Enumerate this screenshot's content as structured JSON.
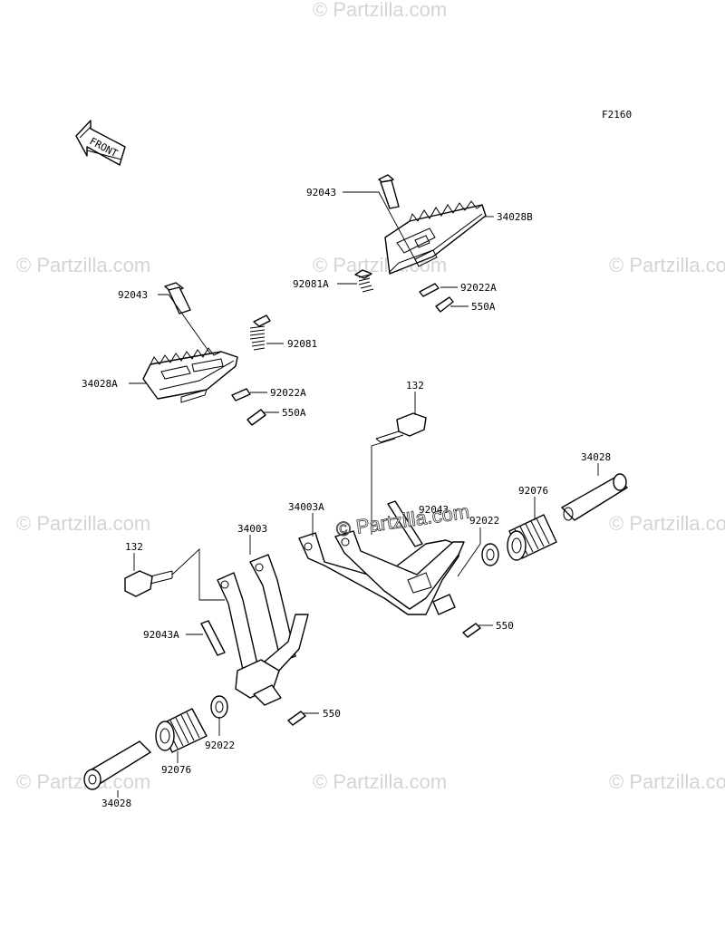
{
  "figure_code": "F2160",
  "front_label": "FRONT",
  "watermark_text": "© Partzilla.com",
  "center_watermark": "© Partzilla.com",
  "labels": {
    "l92043_top": "92043",
    "l34028B": "34028B",
    "l92081A": "92081A",
    "l92022A_top": "92022A",
    "l550A_top": "550A",
    "l92043_left": "92043",
    "l92081": "92081",
    "l34028A": "34028A",
    "l92022A_left": "92022A",
    "l550A_left": "550A",
    "l132_right": "132",
    "l34028_right": "34028",
    "l92076_right": "92076",
    "l34003A": "34003A",
    "l92043_center": "92043",
    "l92022_right": "92022",
    "l550_right": "550",
    "l34003": "34003",
    "l132_left": "132",
    "l92043A": "92043A",
    "l550_left": "550",
    "l92022_left": "92022",
    "l92076_left": "92076",
    "l34028_left": "34028"
  }
}
